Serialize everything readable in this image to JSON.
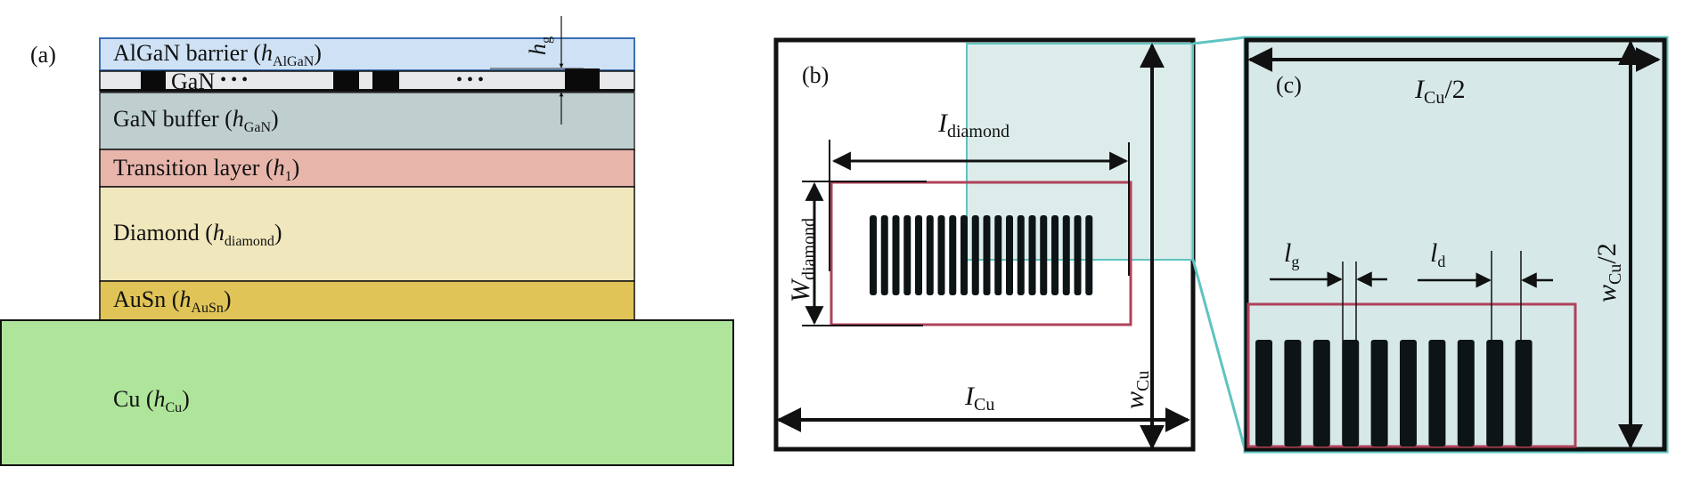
{
  "panels": {
    "a": {
      "label": "(a)",
      "layers": [
        {
          "id": "algan",
          "name": "AlGaN barrier (",
          "sym": "h",
          "sub": "AlGaN",
          "close": ")",
          "color": "#cfe2f5",
          "border": "#3a6fb0"
        },
        {
          "id": "gan-channel",
          "name": "GaN",
          "dots": "• • •",
          "color": "#e8e9ea"
        },
        {
          "id": "gan-buffer",
          "name": "GaN buffer (",
          "sym": "h",
          "sub": "GaN",
          "close": ")",
          "color": "#bfcfcf"
        },
        {
          "id": "transition",
          "name": "Transition layer (",
          "sym": "h",
          "sub": "1",
          "close": ")",
          "color": "#e8b5ab"
        },
        {
          "id": "diamond",
          "name": "Diamond (",
          "sym": "h",
          "sub": "diamond",
          "close": ")",
          "color": "#f1e7bc"
        },
        {
          "id": "ausn",
          "name": "AuSn (",
          "sym": "h",
          "sub": "AuSn",
          "close": ")",
          "color": "#e0c458"
        },
        {
          "id": "cu",
          "name": "Cu (",
          "sym": "h",
          "sub": "Cu",
          "close": ")",
          "color": "#aee59a"
        }
      ],
      "gate_height": {
        "sym": "h",
        "sub": "g"
      },
      "dots_second": "• • •"
    },
    "b": {
      "label": "(b)",
      "l_diamond": {
        "sym": "I",
        "sub": "diamond"
      },
      "w_diamond": {
        "sym": "W",
        "sub": "diamond"
      },
      "l_cu": {
        "sym": "I",
        "sub": "Cu"
      },
      "w_cu": {
        "sym": "w",
        "sub": "Cu"
      },
      "finger_count": 20
    },
    "c": {
      "label": "(c)",
      "l_cu_half": {
        "sym": "I",
        "sub": "Cu",
        "suffix": "/2"
      },
      "w_cu_half": {
        "sym": "w",
        "sub": "Cu",
        "suffix": "/2"
      },
      "l_g": {
        "sym": "l",
        "sub": "g"
      },
      "l_d": {
        "sym": "l",
        "sub": "d"
      },
      "finger_count": 10
    }
  },
  "colors": {
    "teal": "#5ec4c0",
    "teal_fill": "#d6e9e8",
    "diamond_outline": "#b0415a",
    "finger": "#0d1416"
  }
}
